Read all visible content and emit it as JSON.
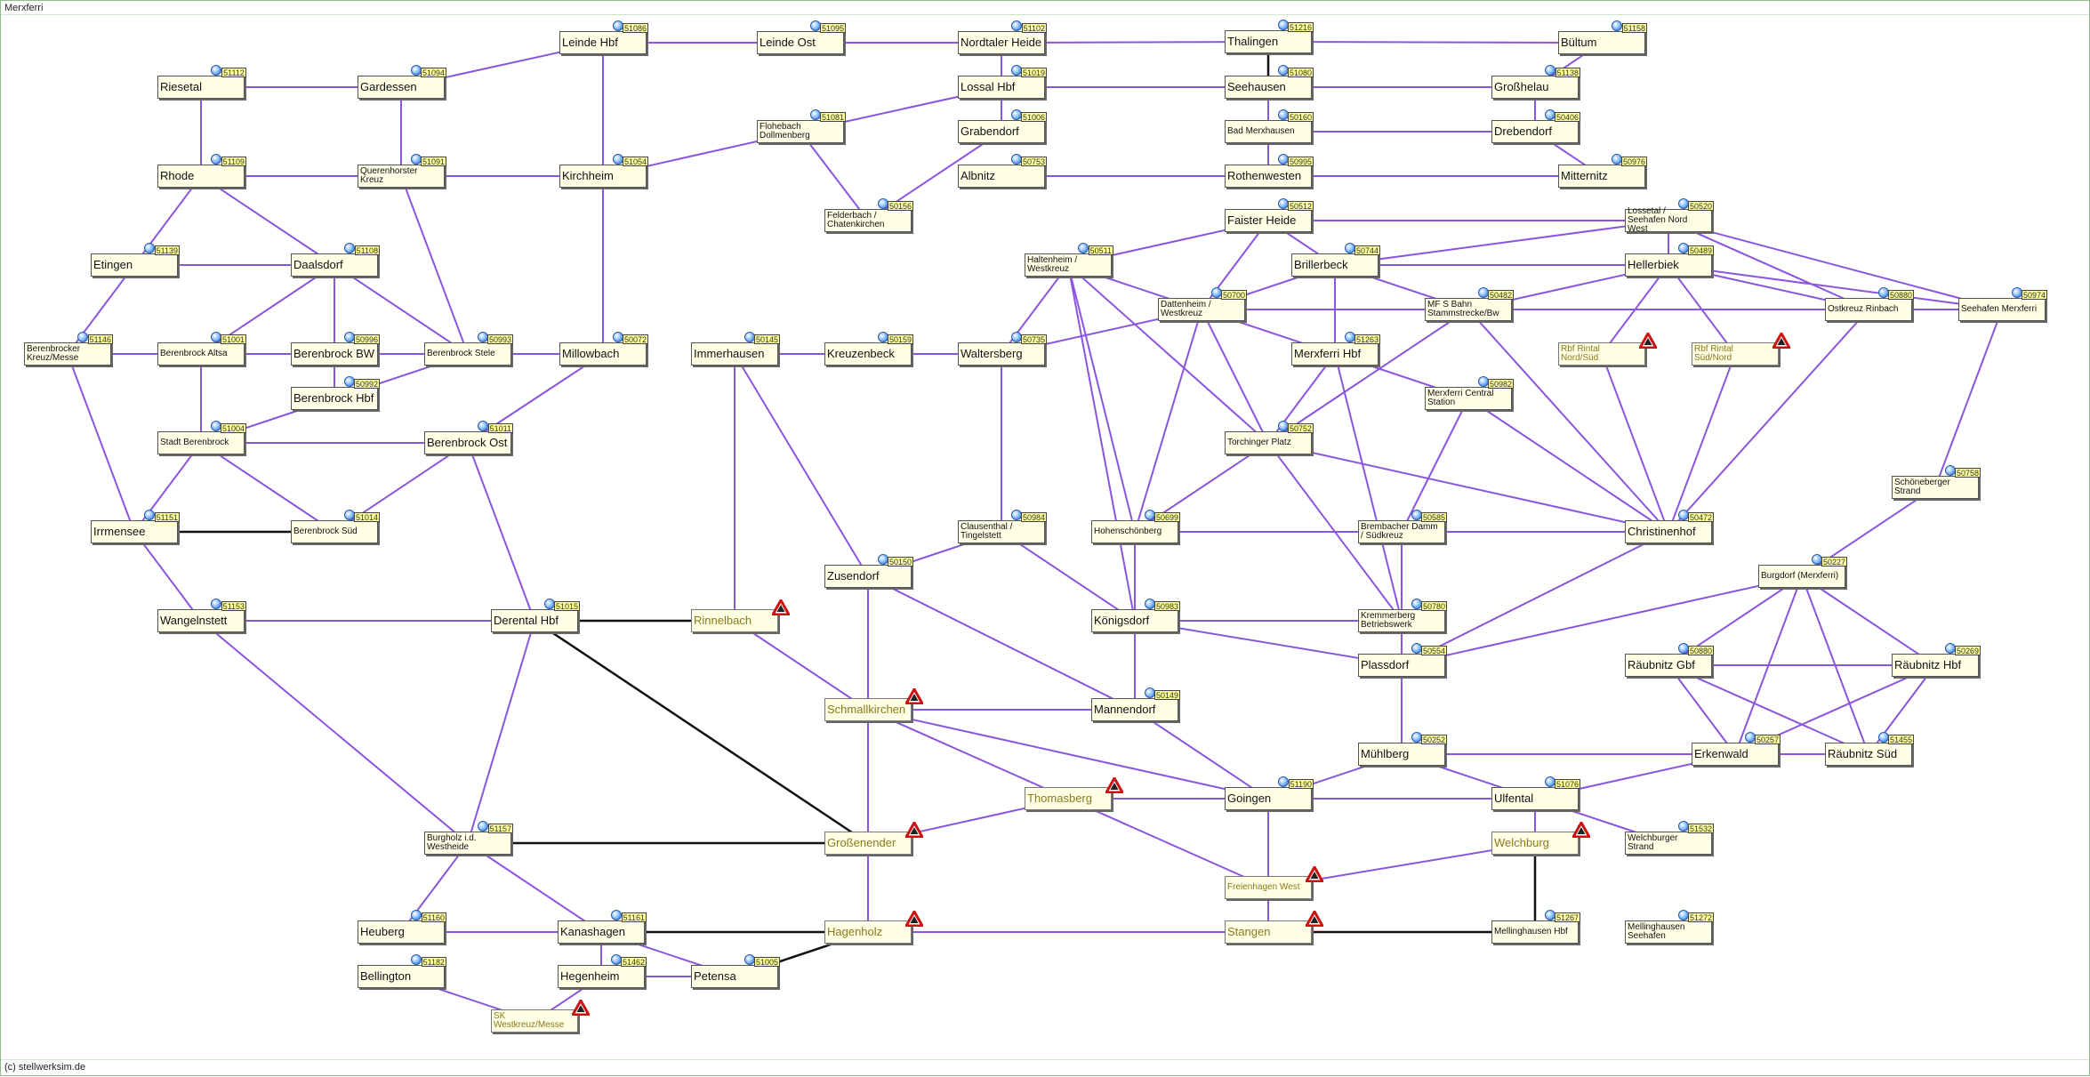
{
  "window": {
    "title": "Merxferri"
  },
  "footer": {
    "copyright": "(c) stellwerksim.de"
  },
  "colors": {
    "track": "#8a55e0",
    "direct": "#111111",
    "box": "#ffffe6",
    "tag": "#ffff9a"
  },
  "stations": [
    {
      "key": "leinde-hbf",
      "name": "Leinde Hbf",
      "code": "51086"
    },
    {
      "key": "leinde-ost",
      "name": "Leinde Ost",
      "code": "51095"
    },
    {
      "key": "nordtaler-heide",
      "name": "Nordtaler Heide",
      "code": "51102"
    },
    {
      "key": "thalingen",
      "name": "Thalingen",
      "code": "51216"
    },
    {
      "key": "bueltum",
      "name": "Bültum",
      "code": "51158"
    },
    {
      "key": "riesetal",
      "name": "Riesetal",
      "code": "51112"
    },
    {
      "key": "gardessen",
      "name": "Gardessen",
      "code": "51094"
    },
    {
      "key": "lossal-hbf",
      "name": "Lossal Hbf",
      "code": "51019"
    },
    {
      "key": "seehausen",
      "name": "Seehausen",
      "code": "51080"
    },
    {
      "key": "grosshelau",
      "name": "Großhelau",
      "code": "51138"
    },
    {
      "key": "flohebach",
      "name": "Flohebach\nDollmenberg",
      "code": "51081"
    },
    {
      "key": "grabendorf",
      "name": "Grabendorf",
      "code": "51006"
    },
    {
      "key": "bad-merxhausen",
      "name": "Bad Merxhausen",
      "code": "50160"
    },
    {
      "key": "drebendorf",
      "name": "Drebendorf",
      "code": "50406"
    },
    {
      "key": "rhode",
      "name": "Rhode",
      "code": "51109"
    },
    {
      "key": "querenhorster",
      "name": "Querenhorster\nKreuz",
      "code": "51091"
    },
    {
      "key": "kirchheim",
      "name": "Kirchheim",
      "code": "51054"
    },
    {
      "key": "albnitz",
      "name": "Albnitz",
      "code": "50753"
    },
    {
      "key": "rothenwesten",
      "name": "Rothenwesten",
      "code": "50995"
    },
    {
      "key": "mitternitz",
      "name": "Mitternitz",
      "code": "50976"
    },
    {
      "key": "felderbach",
      "name": "Felderbach /\nChatenkirchen",
      "code": "50156"
    },
    {
      "key": "faister-heide",
      "name": "Faister Heide",
      "code": "50512"
    },
    {
      "key": "lossetal",
      "name": "Lossetal /\nSeehafen Nord\nWest",
      "code": "50520"
    },
    {
      "key": "etingen",
      "name": "Etingen",
      "code": "51139"
    },
    {
      "key": "daalsdorf",
      "name": "Daalsdorf",
      "code": "51108"
    },
    {
      "key": "haltenheim",
      "name": "Haltenheim /\nWestkreuz",
      "code": "50511"
    },
    {
      "key": "brillerbeck",
      "name": "Brillerbeck",
      "code": "50744"
    },
    {
      "key": "hellerbiek",
      "name": "Hellerbiek",
      "code": "50489"
    },
    {
      "key": "dattenheim",
      "name": "Dattenheim /\nWestkreuz",
      "code": "50700"
    },
    {
      "key": "mfs-bahn",
      "name": "MF S Bahn\nStammstrecke/Bw",
      "code": "50482"
    },
    {
      "key": "ostkreuz",
      "name": "Ostkreuz Rinbach",
      "code": "50880"
    },
    {
      "key": "seehafen",
      "name": "Seehafen Merxferri",
      "code": "50974"
    },
    {
      "key": "berenbrocker-kreuz",
      "name": "Berenbrocker\nKreuz/Messe",
      "code": "51146"
    },
    {
      "key": "berenbrock-altsa",
      "name": "Berenbrock Altsa",
      "code": "51001"
    },
    {
      "key": "berenbrock-bw",
      "name": "Berenbrock BW",
      "code": "50996"
    },
    {
      "key": "berenbrock-stele",
      "name": "Berenbrock Stele",
      "code": "50993"
    },
    {
      "key": "millowbach",
      "name": "Millowbach",
      "code": "50072"
    },
    {
      "key": "immerhausen",
      "name": "Immerhausen",
      "code": "50145"
    },
    {
      "key": "kreuzenbeck",
      "name": "Kreuzenbeck",
      "code": "50159"
    },
    {
      "key": "waltersberg",
      "name": "Waltersberg",
      "code": "50735"
    },
    {
      "key": "merxferri-hbf",
      "name": "Merxferri Hbf",
      "code": "51263"
    },
    {
      "key": "rbf-rintal-ns",
      "name": "Rbf Rintal\nNord/Süd",
      "code": ""
    },
    {
      "key": "rbf-rintal-sn",
      "name": "Rbf Rintal\nSüd/Nord",
      "code": ""
    },
    {
      "key": "berenbrock-hbf",
      "name": "Berenbrock Hbf",
      "code": "50992"
    },
    {
      "key": "merxferri-central",
      "name": "Merxferri Central\nStation",
      "code": "50982"
    },
    {
      "key": "stadt-berenbrock",
      "name": "Stadt Berenbrock",
      "code": "51004"
    },
    {
      "key": "berenbrock-ost",
      "name": "Berenbrock Ost",
      "code": "51011"
    },
    {
      "key": "torchinger",
      "name": "Torchinger Platz",
      "code": "50752"
    },
    {
      "key": "schoeneberger",
      "name": "Schöneberger\nStrand",
      "code": "50758"
    },
    {
      "key": "irrmensee",
      "name": "Irrmensee",
      "code": "51151"
    },
    {
      "key": "berenbrock-sued",
      "name": "Berenbrock Süd",
      "code": "51014"
    },
    {
      "key": "clausenthal",
      "name": "Clausenthal /\nTingelstett",
      "code": "50984"
    },
    {
      "key": "hohenschoenberg",
      "name": "Hohenschönberg",
      "code": "50699"
    },
    {
      "key": "brembacher",
      "name": "Brembacher Damm\n/ Südkreuz",
      "code": "50585"
    },
    {
      "key": "christinenhof",
      "name": "Christinenhof",
      "code": "50472"
    },
    {
      "key": "burgdorf",
      "name": "Burgdorf (Merxferri)",
      "code": "50227"
    },
    {
      "key": "zusendorf",
      "name": "Zusendorf",
      "code": "50150"
    },
    {
      "key": "wangelnstett",
      "name": "Wangelnstett",
      "code": "51153"
    },
    {
      "key": "derental-hbf",
      "name": "Derental Hbf",
      "code": "51015"
    },
    {
      "key": "rinnelbach",
      "name": "Rinnelbach",
      "code": ""
    },
    {
      "key": "koenigsdorf",
      "name": "Königsdorf",
      "code": "50983"
    },
    {
      "key": "kremmerberg",
      "name": "Kremmerberg\nBetriebswerk",
      "code": "50780"
    },
    {
      "key": "plassdorf",
      "name": "Plassdorf",
      "code": "50554"
    },
    {
      "key": "raeubnitz-gbf",
      "name": "Räubnitz Gbf",
      "code": "50880"
    },
    {
      "key": "raeubnitz-hbf",
      "name": "Räubnitz Hbf",
      "code": "50269"
    },
    {
      "key": "schmallkirchen",
      "name": "Schmallkirchen",
      "code": ""
    },
    {
      "key": "mannendorf",
      "name": "Mannendorf",
      "code": "50149"
    },
    {
      "key": "muehlberg",
      "name": "Mühlberg",
      "code": "50252"
    },
    {
      "key": "erkenwald",
      "name": "Erkenwald",
      "code": "50257"
    },
    {
      "key": "raeubnitz-sued",
      "name": "Räubnitz Süd",
      "code": "51455"
    },
    {
      "key": "thomasberg",
      "name": "Thomasberg",
      "code": ""
    },
    {
      "key": "goingen",
      "name": "Goingen",
      "code": "51190"
    },
    {
      "key": "ulfental",
      "name": "Ulfental",
      "code": "51076"
    },
    {
      "key": "burgholz",
      "name": "Burgholz i.d.\nWestheide",
      "code": "51157"
    },
    {
      "key": "grossenender",
      "name": "Großenender",
      "code": ""
    },
    {
      "key": "welchburg",
      "name": "Welchburg",
      "code": ""
    },
    {
      "key": "welchburger-strand",
      "name": "Welchburger\nStrand",
      "code": "51532"
    },
    {
      "key": "freienhagen",
      "name": "Freienhagen West",
      "code": ""
    },
    {
      "key": "heuberg",
      "name": "Heuberg",
      "code": "51160"
    },
    {
      "key": "kanashagen",
      "name": "Kanashagen",
      "code": "51161"
    },
    {
      "key": "hagenholz",
      "name": "Hagenholz",
      "code": ""
    },
    {
      "key": "stangen",
      "name": "Stangen",
      "code": ""
    },
    {
      "key": "mellinghausen-hbf",
      "name": "Mellinghausen Hbf",
      "code": "51267"
    },
    {
      "key": "mellinghausen-seehafen",
      "name": "Mellinghausen\nSeehafen",
      "code": "51272"
    },
    {
      "key": "bellington",
      "name": "Bellington",
      "code": "51182"
    },
    {
      "key": "hegenheim",
      "name": "Hegenheim",
      "code": "51462"
    },
    {
      "key": "petensa",
      "name": "Petensa",
      "code": "51005"
    },
    {
      "key": "sk-westkreuz",
      "name": "SK\nWestkreuz/Messe",
      "code": ""
    }
  ],
  "links": [
    [
      "leinde-hbf",
      "gardessen"
    ],
    [
      "leinde-hbf",
      "leinde-ost"
    ],
    [
      "leinde-ost",
      "nordtaler-heide"
    ],
    [
      "nordtaler-heide",
      "thalingen"
    ],
    [
      "thalingen",
      "bueltum"
    ],
    [
      "leinde-hbf",
      "kirchheim"
    ],
    [
      "riesetal",
      "gardessen"
    ],
    [
      "riesetal",
      "rhode"
    ],
    [
      "gardessen",
      "querenhorster"
    ],
    [
      "nordtaler-heide",
      "lossal-hbf"
    ],
    [
      "lossal-hbf",
      "seehausen"
    ],
    [
      "seehausen",
      "grosshelau"
    ],
    [
      "bueltum",
      "grosshelau"
    ],
    [
      "lossal-hbf",
      "flohebach"
    ],
    [
      "lossal-hbf",
      "grabendorf"
    ],
    [
      "grabendorf",
      "felderbach"
    ],
    [
      "flohebach",
      "kirchheim"
    ],
    [
      "flohebach",
      "felderbach"
    ],
    [
      "seehausen",
      "bad-merxhausen"
    ],
    [
      "bad-merxhausen",
      "drebendorf"
    ],
    [
      "grosshelau",
      "drebendorf"
    ],
    [
      "drebendorf",
      "mitternitz"
    ],
    [
      "bad-merxhausen",
      "rothenwesten"
    ],
    [
      "albnitz",
      "rothenwesten"
    ],
    [
      "rothenwesten",
      "mitternitz"
    ],
    [
      "rhode",
      "querenhorster"
    ],
    [
      "querenhorster",
      "kirchheim"
    ],
    [
      "kirchheim",
      "millowbach"
    ],
    [
      "querenhorster",
      "berenbrock-stele"
    ],
    [
      "rhode",
      "etingen"
    ],
    [
      "rhode",
      "daalsdorf"
    ],
    [
      "etingen",
      "daalsdorf"
    ],
    [
      "etingen",
      "berenbrocker-kreuz"
    ],
    [
      "daalsdorf",
      "berenbrock-stele"
    ],
    [
      "daalsdorf",
      "berenbrock-bw"
    ],
    [
      "daalsdorf",
      "berenbrock-altsa"
    ],
    [
      "berenbrocker-kreuz",
      "berenbrock-altsa"
    ],
    [
      "berenbrock-altsa",
      "berenbrock-bw"
    ],
    [
      "berenbrock-bw",
      "berenbrock-stele"
    ],
    [
      "berenbrock-stele",
      "millowbach"
    ],
    [
      "berenbrock-bw",
      "berenbrock-hbf"
    ],
    [
      "berenbrock-stele",
      "berenbrock-hbf"
    ],
    [
      "berenbrock-altsa",
      "stadt-berenbrock"
    ],
    [
      "berenbrock-hbf",
      "stadt-berenbrock"
    ],
    [
      "millowbach",
      "berenbrock-ost"
    ],
    [
      "stadt-berenbrock",
      "berenbrock-ost"
    ],
    [
      "stadt-berenbrock",
      "irrmensee"
    ],
    [
      "stadt-berenbrock",
      "berenbrock-sued"
    ],
    [
      "berenbrocker-kreuz",
      "irrmensee"
    ],
    [
      "berenbrock-ost",
      "berenbrock-sued"
    ],
    [
      "berenbrock-ost",
      "derental-hbf"
    ],
    [
      "irrmensee",
      "wangelnstett"
    ],
    [
      "wangelnstett",
      "derental-hbf"
    ],
    [
      "wangelnstett",
      "burgholz"
    ],
    [
      "derental-hbf",
      "burgholz"
    ],
    [
      "immerhausen",
      "kreuzenbeck"
    ],
    [
      "kreuzenbeck",
      "waltersberg"
    ],
    [
      "immerhausen",
      "rinnelbach"
    ],
    [
      "immerhausen",
      "zusendorf"
    ],
    [
      "waltersberg",
      "clausenthal"
    ],
    [
      "waltersberg",
      "dattenheim"
    ],
    [
      "waltersberg",
      "haltenheim"
    ],
    [
      "zusendorf",
      "clausenthal"
    ],
    [
      "zusendorf",
      "schmallkirchen"
    ],
    [
      "zusendorf",
      "mannendorf"
    ],
    [
      "rinnelbach",
      "schmallkirchen"
    ],
    [
      "clausenthal",
      "koenigsdorf"
    ],
    [
      "faister-heide",
      "lossetal"
    ],
    [
      "faister-heide",
      "haltenheim"
    ],
    [
      "faister-heide",
      "dattenheim"
    ],
    [
      "faister-heide",
      "brillerbeck"
    ],
    [
      "haltenheim",
      "dattenheim"
    ],
    [
      "haltenheim",
      "hohenschoenberg"
    ],
    [
      "haltenheim",
      "koenigsdorf"
    ],
    [
      "haltenheim",
      "torchinger"
    ],
    [
      "brillerbeck",
      "hellerbiek"
    ],
    [
      "brillerbeck",
      "dattenheim"
    ],
    [
      "brillerbeck",
      "mfs-bahn"
    ],
    [
      "brillerbeck",
      "merxferri-hbf"
    ],
    [
      "brillerbeck",
      "lossetal"
    ],
    [
      "dattenheim",
      "mfs-bahn"
    ],
    [
      "dattenheim",
      "torchinger"
    ],
    [
      "dattenheim",
      "merxferri-hbf"
    ],
    [
      "dattenheim",
      "hohenschoenberg"
    ],
    [
      "mfs-bahn",
      "hellerbiek"
    ],
    [
      "mfs-bahn",
      "ostkreuz"
    ],
    [
      "mfs-bahn",
      "torchinger"
    ],
    [
      "mfs-bahn",
      "christinenhof"
    ],
    [
      "hellerbiek",
      "ostkreuz"
    ],
    [
      "hellerbiek",
      "seehafen"
    ],
    [
      "hellerbiek",
      "rbf-rintal-ns"
    ],
    [
      "hellerbiek",
      "rbf-rintal-sn"
    ],
    [
      "hellerbiek",
      "lossetal"
    ],
    [
      "lossetal",
      "ostkreuz"
    ],
    [
      "lossetal",
      "seehafen"
    ],
    [
      "ostkreuz",
      "seehafen"
    ],
    [
      "ostkreuz",
      "christinenhof"
    ],
    [
      "rbf-rintal-ns",
      "christinenhof"
    ],
    [
      "rbf-rintal-sn",
      "christinenhof"
    ],
    [
      "seehafen",
      "schoeneberger"
    ],
    [
      "merxferri-hbf",
      "torchinger"
    ],
    [
      "merxferri-hbf",
      "merxferri-central"
    ],
    [
      "merxferri-hbf",
      "kremmerberg"
    ],
    [
      "merxferri-central",
      "christinenhof"
    ],
    [
      "merxferri-central",
      "brembacher"
    ],
    [
      "torchinger",
      "hohenschoenberg"
    ],
    [
      "torchinger",
      "christinenhof"
    ],
    [
      "torchinger",
      "kremmerberg"
    ],
    [
      "hohenschoenberg",
      "brembacher"
    ],
    [
      "hohenschoenberg",
      "koenigsdorf"
    ],
    [
      "brembacher",
      "christinenhof"
    ],
    [
      "brembacher",
      "kremmerberg"
    ],
    [
      "koenigsdorf",
      "kremmerberg"
    ],
    [
      "koenigsdorf",
      "plassdorf"
    ],
    [
      "koenigsdorf",
      "mannendorf"
    ],
    [
      "kremmerberg",
      "plassdorf"
    ],
    [
      "christinenhof",
      "plassdorf"
    ],
    [
      "schoeneberger",
      "burgdorf"
    ],
    [
      "burgdorf",
      "plassdorf"
    ],
    [
      "burgdorf",
      "raeubnitz-gbf"
    ],
    [
      "burgdorf",
      "raeubnitz-hbf"
    ],
    [
      "burgdorf",
      "erkenwald"
    ],
    [
      "burgdorf",
      "raeubnitz-sued"
    ],
    [
      "raeubnitz-gbf",
      "raeubnitz-hbf"
    ],
    [
      "raeubnitz-gbf",
      "erkenwald"
    ],
    [
      "raeubnitz-gbf",
      "raeubnitz-sued"
    ],
    [
      "raeubnitz-hbf",
      "raeubnitz-sued"
    ],
    [
      "raeubnitz-hbf",
      "erkenwald"
    ],
    [
      "erkenwald",
      "raeubnitz-sued"
    ],
    [
      "plassdorf",
      "muehlberg"
    ],
    [
      "muehlberg",
      "erkenwald"
    ],
    [
      "muehlberg",
      "ulfental"
    ],
    [
      "muehlberg",
      "goingen"
    ],
    [
      "erkenwald",
      "ulfental"
    ],
    [
      "schmallkirchen",
      "mannendorf"
    ],
    [
      "schmallkirchen",
      "thomasberg"
    ],
    [
      "schmallkirchen",
      "goingen"
    ],
    [
      "schmallkirchen",
      "grossenender"
    ],
    [
      "mannendorf",
      "goingen"
    ],
    [
      "thomasberg",
      "goingen"
    ],
    [
      "thomasberg",
      "grossenender"
    ],
    [
      "thomasberg",
      "freienhagen"
    ],
    [
      "goingen",
      "ulfental"
    ],
    [
      "goingen",
      "freienhagen"
    ],
    [
      "ulfental",
      "welchburg"
    ],
    [
      "ulfental",
      "welchburger-strand"
    ],
    [
      "welchburg",
      "freienhagen"
    ],
    [
      "freienhagen",
      "stangen"
    ],
    [
      "grossenender",
      "hagenholz"
    ],
    [
      "burgholz",
      "heuberg"
    ],
    [
      "burgholz",
      "kanashagen"
    ],
    [
      "heuberg",
      "kanashagen"
    ],
    [
      "kanashagen",
      "hegenheim"
    ],
    [
      "kanashagen",
      "petensa"
    ],
    [
      "hegenheim",
      "petensa"
    ],
    [
      "hagenholz",
      "stangen"
    ],
    [
      "bellington",
      "sk-westkreuz"
    ],
    [
      "hegenheim",
      "sk-westkreuz"
    ]
  ],
  "direct_links": [
    [
      "thalingen",
      "seehausen"
    ],
    [
      "irrmensee",
      "berenbrock-sued"
    ],
    [
      "derental-hbf",
      "rinnelbach"
    ],
    [
      "derental-hbf",
      "grossenender"
    ],
    [
      "burgholz",
      "grossenender"
    ],
    [
      "kanashagen",
      "hagenholz"
    ],
    [
      "petensa",
      "hagenholz"
    ],
    [
      "welchburg",
      "mellinghausen-hbf"
    ],
    [
      "stangen",
      "mellinghausen-hbf"
    ]
  ]
}
